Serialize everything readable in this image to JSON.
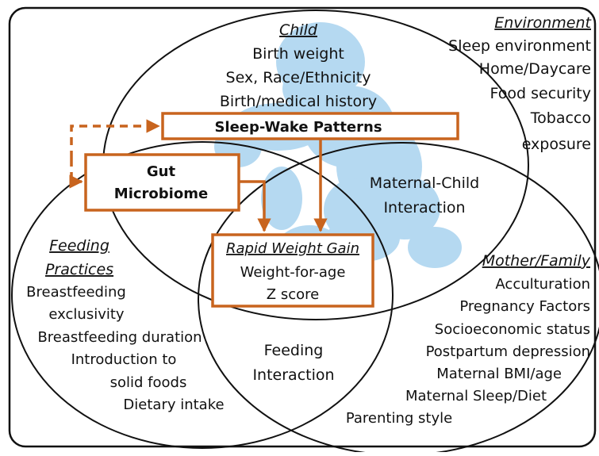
{
  "colors": {
    "accent": "#c8641e",
    "silhouette": "#a9d3ef",
    "line": "#111111"
  },
  "environment": {
    "title": "Environment",
    "items": [
      "Sleep environment",
      "Home/Daycare",
      "Food security",
      "Tobacco",
      "exposure"
    ]
  },
  "child": {
    "title": "Child",
    "items": [
      "Birth weight",
      "Sex, Race/Ethnicity",
      "Birth/medical history"
    ]
  },
  "sleep_wake": {
    "label": "Sleep-Wake Patterns"
  },
  "gut": {
    "line1": "Gut",
    "line2": "Microbiome"
  },
  "maternal_child": {
    "line1": "Maternal-Child",
    "line2": "Interaction"
  },
  "feeding_practices": {
    "title_line1": "Feeding",
    "title_line2": "Practices",
    "items": [
      "Breastfeeding",
      "exclusivity",
      "Breastfeeding duration",
      "Introduction to",
      "solid foods",
      "Dietary intake"
    ]
  },
  "rapid_weight_gain": {
    "title": "Rapid Weight Gain",
    "line1": "Weight-for-age",
    "line2": "Z score"
  },
  "mother_family": {
    "title": "Mother/Family",
    "items": [
      "Acculturation",
      "Pregnancy Factors",
      "Socioeconomic status",
      "Postpartum depression",
      "Maternal BMI/age",
      "Maternal Sleep/Diet",
      "Parenting style"
    ]
  },
  "feeding_interaction": {
    "line1": "Feeding",
    "line2": "Interaction"
  }
}
